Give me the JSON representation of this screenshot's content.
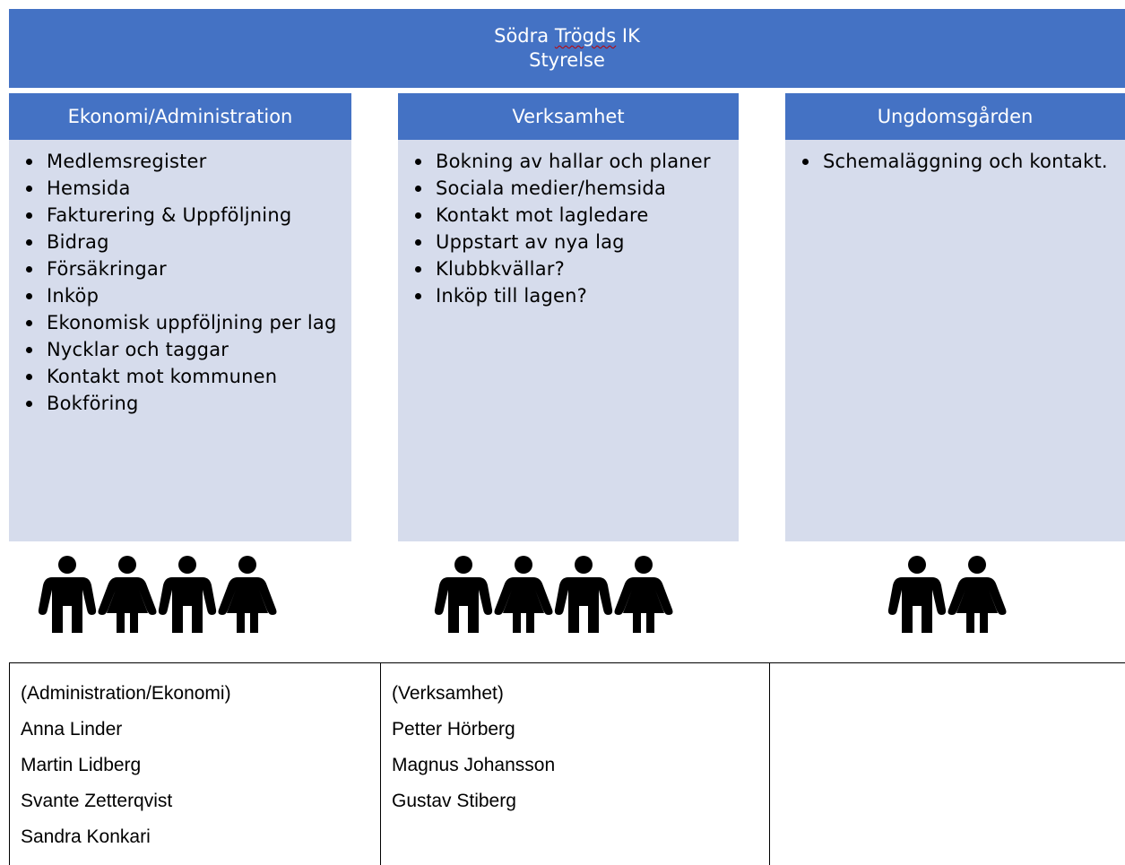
{
  "board": {
    "club_name": "Södra",
    "club_name_squiggled": "Trögds",
    "club_suffix": "IK",
    "subtitle": "Styrelse"
  },
  "columns": [
    {
      "title": "Ekonomi/Administration",
      "items": [
        "Medlemsregister",
        "Hemsida",
        "Fakturering & Uppföljning",
        "Bidrag",
        "Försäkringar",
        "Inköp",
        "Ekonomisk uppföljning per lag",
        "Nycklar och taggar",
        "Kontakt mot kommunen",
        "Bokföring"
      ],
      "people_icons": [
        "man-icon",
        "woman-icon",
        "man-icon",
        "woman-icon"
      ]
    },
    {
      "title": "Verksamhet",
      "items": [
        "Bokning av hallar och planer",
        "Sociala medier/hemsida",
        "Kontakt mot lagledare",
        "Uppstart av nya lag",
        "Klubbkvällar?",
        "Inköp till lagen?"
      ],
      "people_icons": [
        "man-icon",
        "woman-icon",
        "man-icon",
        "woman-icon"
      ]
    },
    {
      "title": "Ungdomsgården",
      "items": [
        "Schemaläggning och kontakt."
      ],
      "people_icons": [
        "man-icon",
        "woman-icon"
      ]
    }
  ],
  "members_table": [
    {
      "heading": "(Administration/Ekonomi)",
      "names": [
        "Anna Linder",
        "Martin Lidberg",
        "Svante Zetterqvist",
        "Sandra Konkari"
      ]
    },
    {
      "heading": "(Verksamhet)",
      "names": [
        "Petter Hörberg",
        "Magnus Johansson",
        "Gustav Stiberg"
      ]
    },
    {
      "heading": "",
      "names": []
    }
  ],
  "colors": {
    "header_blue": "#4472c4",
    "body_lavender": "#d6dcec",
    "spellcheck_red": "#c00000",
    "person_black": "#000000"
  }
}
